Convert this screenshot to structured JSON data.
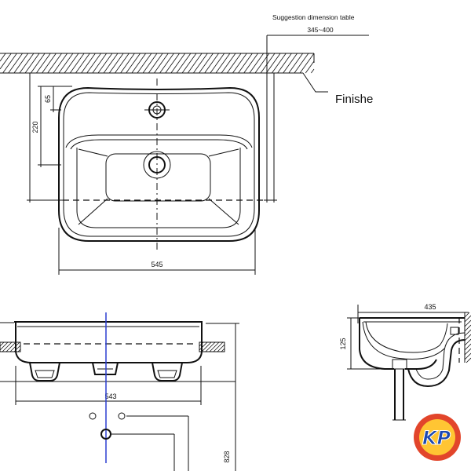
{
  "labels": {
    "suggestion_title": "Suggestion dimension table",
    "suggestion_range": "345~400",
    "finish": "Finishe",
    "dim_65": "65",
    "dim_220": "220",
    "dim_545": "545",
    "dim_543": "543",
    "dim_435": "435",
    "dim_125": "125",
    "dim_828": "828"
  },
  "logo": {
    "text": "KP"
  },
  "colors": {
    "centerline": "#2b3fd0",
    "logo_ring": "#e2452b",
    "logo_fill": "#ffc533",
    "logo_letters": "#1d48b0"
  }
}
